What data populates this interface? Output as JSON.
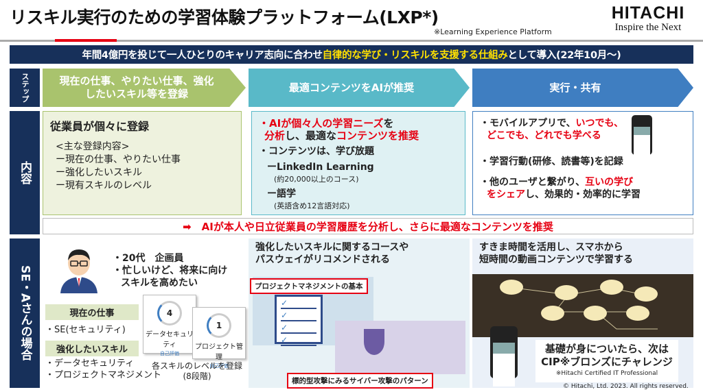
{
  "header": {
    "title": "リスキル実行のための学習体験プラットフォーム(LXP*)",
    "title_note": "※Learning Experience Platform",
    "brand": "HITACHI",
    "slogan": "Inspire the Next"
  },
  "banner": {
    "part1": "年間4億円を投じて一人ひとりのキャリア志向に合わせ",
    "part2": "自律的な学び・リスキルを支援する仕組み",
    "part3": "として導入(22年10月～)"
  },
  "row_labels": {
    "step": "ステップ",
    "content": "内容",
    "se": "SE・Aさんの場合"
  },
  "steps": [
    {
      "label": "現在の仕事、やりたい仕事、強化したいスキル等を登録"
    },
    {
      "label": "最適コンテンツをAIが推奨"
    },
    {
      "label": "実行・共有"
    }
  ],
  "content1": {
    "title": "従業員が個々に登録",
    "list_header": "<主な登録内容>",
    "items": [
      "ー現在の仕事、やりたい仕事",
      "ー強化したいスキル",
      "ー現有スキルのレベル"
    ]
  },
  "content2": {
    "ai_a": "・AIが個々人の",
    "ai_b": "学習ニーズ",
    "ai_c": "を",
    "ai_d": "分析",
    "ai_e": "し、最適な",
    "ai_f": "コンテンツを推奨",
    "unlimited": "・コンテンツは、学び放題",
    "linkedin": "ーLinkedIn Learning",
    "linkedin_note": "(約20,000以上のコース)",
    "language": "ー語学",
    "language_note": "(英語含め12言語対応)"
  },
  "content3": {
    "mobile_a": "・モバイルアプリで、",
    "mobile_b": "いつでも、",
    "mobile_c": "どこでも、どれでも学べる",
    "record": "・学習行動(研修、読書等)を記録",
    "connect_a": "・他のユーザと繋がり、",
    "connect_b": "互いの学び",
    "connect_c": "をシェア",
    "connect_d": "し、効果的・効率的に学習"
  },
  "strip": "➡　AIが本人や日立従業員の学習履歴を分析し、さらに最適なコンテンツを推奨",
  "se1": {
    "profile_1": "・20代　企画員",
    "profile_2": "・忙しいけど、将来に向け",
    "profile_3": "スキルを高めたい",
    "current_label": "現在の仕事",
    "current_value": "・SE(セキュリティ)",
    "enhance_label": "強化したいスキル",
    "enhance_1": "・データセキュリティ",
    "enhance_2": "・プロジェクトマネジメント",
    "card1_level": "4",
    "card1_name": "データセキュリティ",
    "card2_level": "1",
    "card2_name": "プロジェクト管理",
    "card_sub": "自己評価",
    "level_note_1": "各スキルのレベルを登録",
    "level_note_2": "(8段階)"
  },
  "se2": {
    "text_1": "強化したいスキルに関するコースや",
    "text_2": "パスウェイがリコメンドされる",
    "course1": "プロジェクトマネジメントの基本",
    "course2": "標的型攻撃にみるサイバー攻撃のパターン"
  },
  "se3": {
    "text_1": "すきま時間を活用し、スマホから",
    "text_2": "短時間の動画コンテンツで学習する",
    "cip_1": "基礎が身についたら、次は",
    "cip_2": "CIP※ブロンズにチャレンジ",
    "cip_note": "※Hitachi Certified IT Professional"
  },
  "copyright": "© Hitachi, Ltd. 2023. All rights reserved.",
  "colors": {
    "navy": "#17305a",
    "green": "#a9c36d",
    "teal": "#59b9c8",
    "blue": "#3f7ec1",
    "red": "#e60012",
    "yellow": "#ffe100"
  }
}
